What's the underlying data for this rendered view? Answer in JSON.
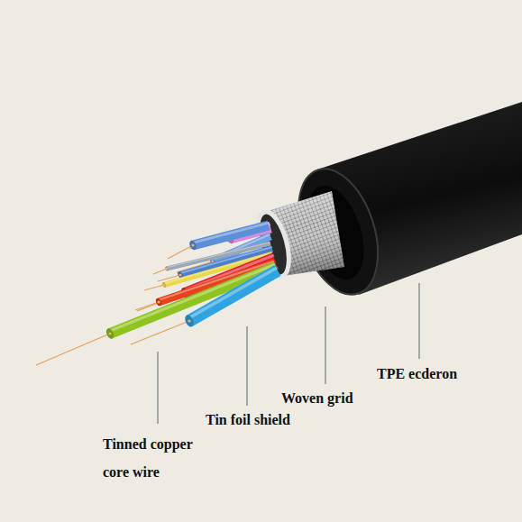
{
  "diagram": {
    "labels": [
      "TPE ecderon",
      "Woven grid",
      "Tin foil shield",
      "Tinned copper core wire"
    ]
  }
}
